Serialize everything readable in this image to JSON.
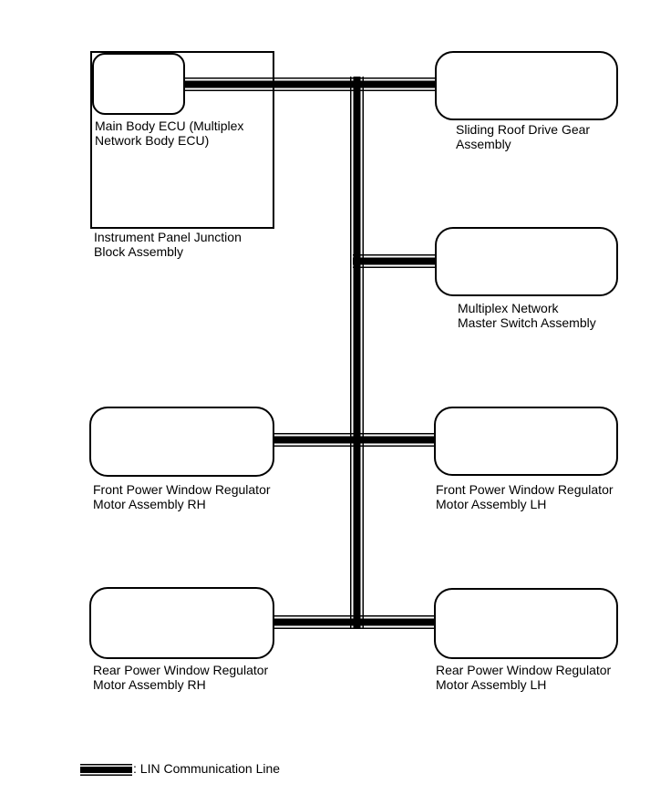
{
  "nodes": {
    "main_body_ecu": {
      "label": "Main Body ECU (Multiplex\nNetwork Body ECU)"
    },
    "junction_block": {
      "label": "Instrument Panel Junction\nBlock Assembly"
    },
    "sliding_roof": {
      "label": "Sliding Roof Drive Gear\nAssembly"
    },
    "multiplex_master_switch": {
      "label": "Multiplex Network\nMaster Switch Assembly"
    },
    "front_window_rh": {
      "label": "Front Power Window Regulator\nMotor Assembly RH"
    },
    "front_window_lh": {
      "label": "Front Power Window Regulator\nMotor Assembly LH"
    },
    "rear_window_rh": {
      "label": "Rear Power Window Regulator\nMotor Assembly RH"
    },
    "rear_window_lh": {
      "label": "Rear Power Window Regulator\nMotor Assembly LH"
    }
  },
  "legend": {
    "lin_label": ": LIN Communication Line"
  },
  "colors": {
    "line": "#000000",
    "box_border": "#000000",
    "background": "#ffffff"
  }
}
